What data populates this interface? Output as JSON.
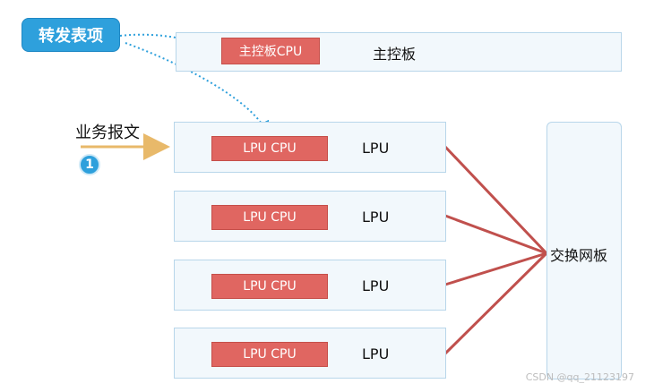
{
  "callout": {
    "label": "转发表项"
  },
  "main_board": {
    "chip_label": "主控板CPU",
    "board_label": "主控板"
  },
  "traffic": {
    "label": "业务报文",
    "step": "1"
  },
  "lpu_cards": [
    {
      "chip_label": "LPU CPU",
      "card_label": "LPU"
    },
    {
      "chip_label": "LPU CPU",
      "card_label": "LPU"
    },
    {
      "chip_label": "LPU CPU",
      "card_label": "LPU"
    },
    {
      "chip_label": "LPU CPU",
      "card_label": "LPU"
    }
  ],
  "switch_board": {
    "label": "交换网板"
  },
  "watermark": "CSDN @qq_21123197",
  "colors": {
    "callout": "#2ea0dc",
    "chip": "#e06661",
    "board_fill": "#f2f8fc",
    "board_border": "#b8d6ea",
    "link": "#c0504d",
    "traffic_arrow": "#e8b96a",
    "dotted_arrow": "#2ea0dc"
  }
}
